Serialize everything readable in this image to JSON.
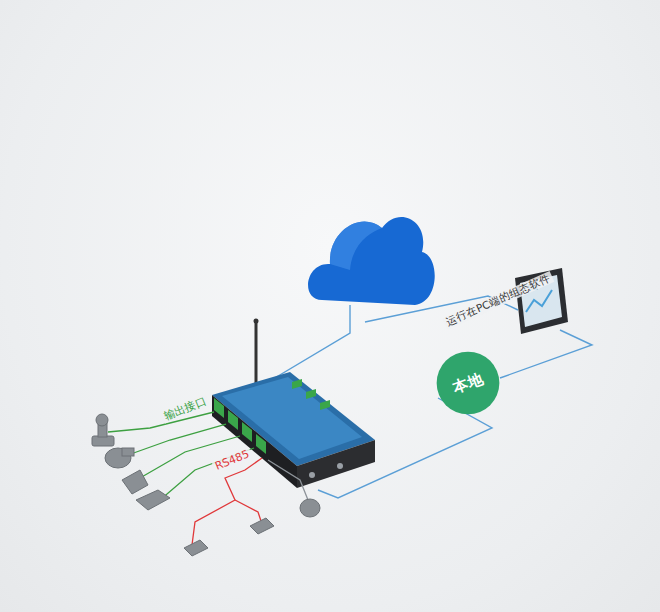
{
  "diagram": {
    "nodes": [
      {
        "text": [
          "本地"
        ]
      }
    ],
    "labels": [
      "输出接口",
      "RS485",
      "运行在PC端的组态软件"
    ]
  }
}
